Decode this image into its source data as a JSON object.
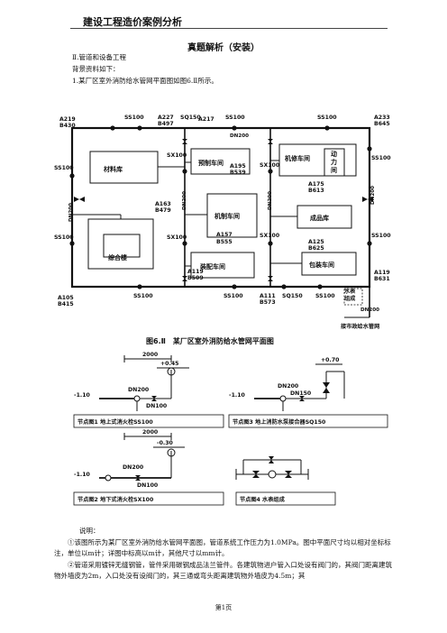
{
  "header": {
    "title": "建设工程造价案例分析"
  },
  "section_title": "真题解析（安装）",
  "subsection": "Ⅱ.管道和设备工程",
  "background": "背景资料如下：",
  "intro": "1.某厂区室外消防给水管网平面图如图6.Ⅱ所示。",
  "plan": {
    "caption": "图6.Ⅱ　某厂区室外消防给水管网平面图",
    "rooms": [
      "材料库",
      "预制车间",
      "机修车间",
      "动",
      "力",
      "间",
      "机制车间",
      "成品库",
      "综合楼",
      "装配车间",
      "包装车间"
    ],
    "coords": {
      "a219": "A219",
      "b430": "B430",
      "a227": "A227",
      "b497": "B497",
      "a217": "A217",
      "a233": "A233",
      "b645": "B645",
      "a195": "A195",
      "b539": "B539",
      "a175": "A175",
      "b613": "B613",
      "a163": "A163",
      "b479": "B479",
      "a157": "A157",
      "b555": "B555",
      "a125": "A125",
      "b625": "B625",
      "a119": "A119",
      "b509": "B509",
      "a119r": "A119",
      "b631": "B631",
      "a105": "A105",
      "b415": "B415",
      "a111": "A111",
      "b573": "B573"
    },
    "tags": {
      "ss100": "SS100",
      "sx100": "SX100",
      "sq150": "SQ150",
      "dn200": "DN200",
      "meter1": "水表",
      "meter2": "组成",
      "supply": "接市政给水管网"
    }
  },
  "nodes": {
    "n1": {
      "caption": "节点图1  地上式消火栓SS100",
      "dim": "2000",
      "top": "+0.45",
      "bottom": "-1.10",
      "dn_main": "DN200",
      "dn_branch": "DN100"
    },
    "n3": {
      "caption": "节点图3  地上消防水泵接合器SQ150",
      "top": "+0.70",
      "bottom": "-1.10",
      "dn_main": "DN200",
      "dn_branch": "DN150"
    },
    "n2": {
      "caption": "节点图2  地下式消火栓SX100",
      "dim": "2000",
      "top": "-0.30",
      "bottom": "-1.10",
      "dn_main": "DN200",
      "dn_branch": "DN100"
    },
    "n4": {
      "caption": "节点图4  水表组成"
    }
  },
  "notes": {
    "title": "说明：",
    "n1": "①该图所示为某厂区室外消防给水管网平面图，管道系统工作压力为1.0MPa。图中平面尺寸均以相对坐标标注，单位以m计；详图中标高以m计，其他尺寸以mm计。",
    "n2": "②管道采用镀锌无缝钢管，管件采用碳钢成品法兰管件。各建筑物进户管入口处设有阀门的，其阀门距离建筑物外墙皮为2m，入口处没有设阀门的，其三通或弯头距离建筑物外墙皮为4.5m；其"
  },
  "footer": "第1页"
}
